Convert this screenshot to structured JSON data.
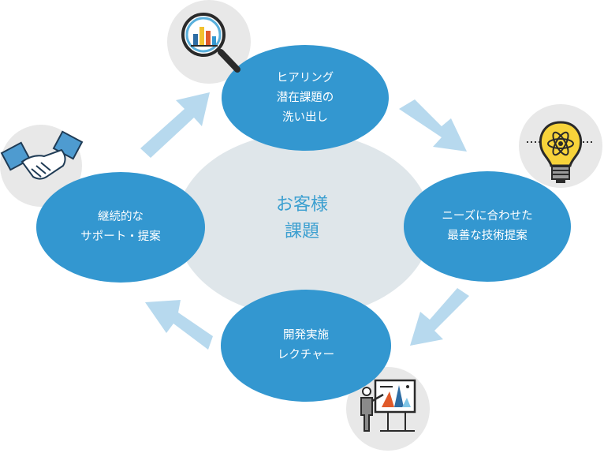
{
  "center": {
    "line1": "お客様",
    "line2": "課題"
  },
  "nodes": {
    "top": {
      "lines": [
        "ヒアリング",
        "潜在課題の",
        "洗い出し"
      ]
    },
    "right": {
      "lines": [
        "ニーズに合わせた",
        "最善な技術提案"
      ]
    },
    "bottom": {
      "lines": [
        "開発実施",
        "レクチャー"
      ]
    },
    "left": {
      "lines": [
        "継続的な",
        "サポート・提案"
      ]
    }
  },
  "icons": {
    "top": "magnifier-chart-icon",
    "right": "lightbulb-atom-icon",
    "bottom": "presentation-icon",
    "left": "handshake-icon"
  },
  "colors": {
    "node": "#3397d0",
    "center": "#dfe6ea",
    "arrow": "#b7d9ee",
    "icon_bg": "#e8e8e8",
    "center_text": "#3b9fd0"
  }
}
